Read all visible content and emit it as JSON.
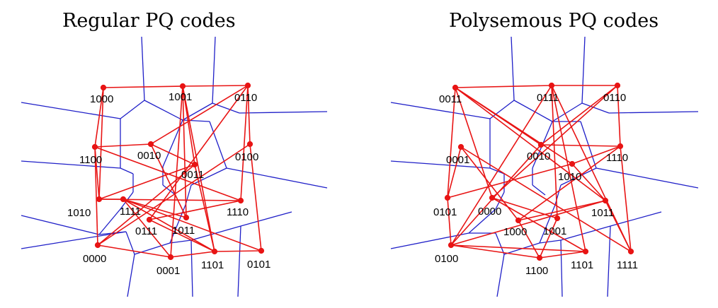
{
  "colors": {
    "voronoi": "#1f1fc8",
    "graph": "#e81414",
    "node_fill": "#e81414"
  },
  "panels": [
    {
      "id": "left",
      "title": "Regular PQ codes",
      "nodes": [
        {
          "id": "n1000",
          "label": "1000"
        },
        {
          "id": "n1001",
          "label": "1001"
        },
        {
          "id": "n0110",
          "label": "0110"
        },
        {
          "id": "n1100",
          "label": "1100"
        },
        {
          "id": "n0010",
          "label": "0010"
        },
        {
          "id": "n0100",
          "label": "0100"
        },
        {
          "id": "n0011",
          "label": "0011"
        },
        {
          "id": "n1010",
          "label": "1010"
        },
        {
          "id": "n1111",
          "label": "1111"
        },
        {
          "id": "n0111",
          "label": "0111"
        },
        {
          "id": "n1011",
          "label": "1011"
        },
        {
          "id": "n1110",
          "label": "1110"
        },
        {
          "id": "n0000",
          "label": "0000"
        },
        {
          "id": "n0001",
          "label": "0001"
        },
        {
          "id": "n1101",
          "label": "1101"
        },
        {
          "id": "n0101",
          "label": "0101"
        }
      ]
    },
    {
      "id": "right",
      "title": "Polysemous PQ codes",
      "nodes": [
        {
          "id": "n0011",
          "label": "0011"
        },
        {
          "id": "n0111",
          "label": "0111"
        },
        {
          "id": "n0110",
          "label": "0110"
        },
        {
          "id": "n0001",
          "label": "0001"
        },
        {
          "id": "n0010",
          "label": "0010"
        },
        {
          "id": "n1010",
          "label": "1010"
        },
        {
          "id": "n1110",
          "label": "1110"
        },
        {
          "id": "n0101",
          "label": "0101"
        },
        {
          "id": "n0000",
          "label": "0000"
        },
        {
          "id": "n1000",
          "label": "1000"
        },
        {
          "id": "n1001",
          "label": "1001"
        },
        {
          "id": "n1011",
          "label": "1011"
        },
        {
          "id": "n0100",
          "label": "0100"
        },
        {
          "id": "n1100",
          "label": "1100"
        },
        {
          "id": "n1101",
          "label": "1101"
        },
        {
          "id": "n1111",
          "label": "1111"
        }
      ]
    }
  ]
}
